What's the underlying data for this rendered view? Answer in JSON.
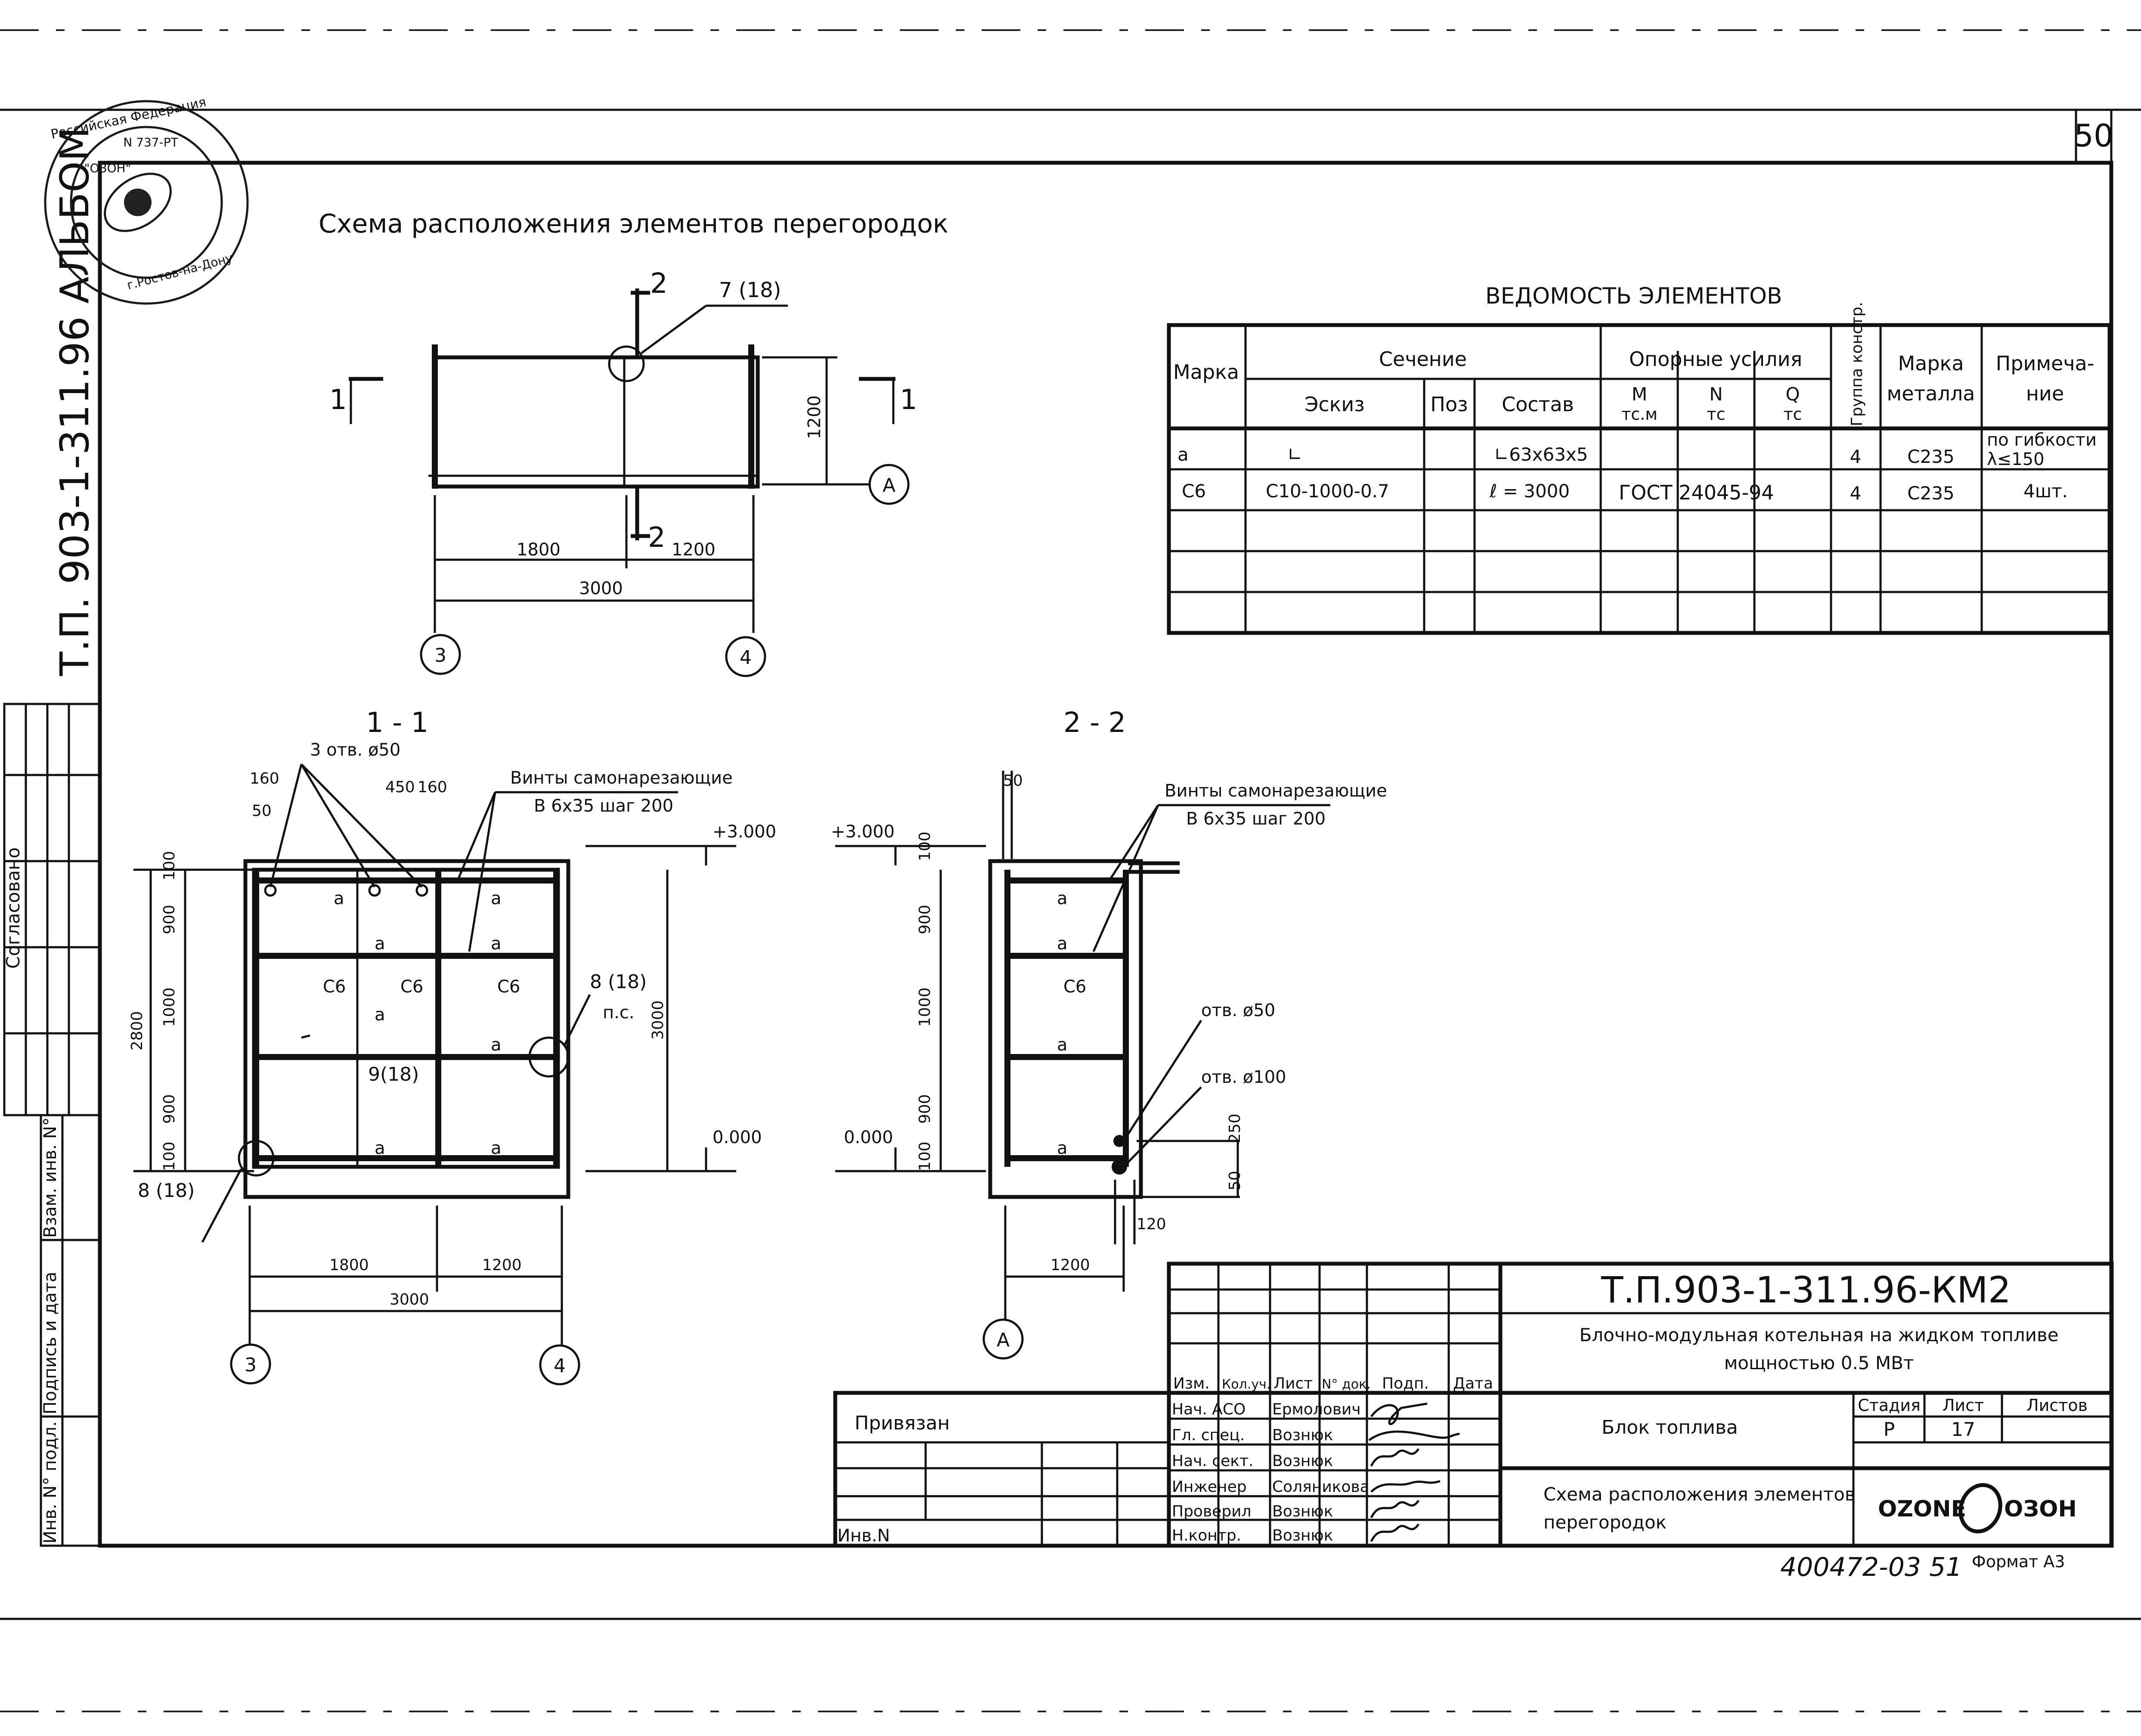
{
  "sheet_number": "50",
  "side_text": {
    "album": "Т.П. 903-1-311.96   АЛЬБОМ",
    "agreed": "Согласовано",
    "vzam": "Взам. инв. N°",
    "podpis": "Подпись и дата",
    "inv_podl": "Инв. N° подл."
  },
  "stamp": {
    "line1": "Российская Федерация",
    "line2": "N 737-РТ",
    "line3": "\"ОЗОН\"",
    "line4": "г.Ростов-на-Дону"
  },
  "plan": {
    "title": "Схема расположения элементов перегородок",
    "section1": "1",
    "section2": "2",
    "callout_7": "7 (18)",
    "dim_1200": "1200",
    "dim_1800": "1800",
    "dim_1200b": "1200",
    "dim_3000": "3000",
    "axis_A": "А",
    "axis_3": "3",
    "axis_4": "4"
  },
  "section_1_1": {
    "title": "1 - 1",
    "holes": "3 отв. ø50",
    "screws_1": "Винты самонарезающие",
    "screws_2": "В 6х35 шаг 200",
    "d160a": "160",
    "d50": "50",
    "d450": "450",
    "d160b": "160",
    "lvl_top": "+3.000",
    "lvl_bot": "0.000",
    "v100a": "100",
    "v900a": "900",
    "v1000": "1000",
    "v900b": "900",
    "v100b": "100",
    "v2800": "2800",
    "v3000": "3000",
    "mark_a": "а",
    "mark_c6": "С6",
    "callout_8": "8 (18)",
    "ps": "п.с.",
    "callout_9": "9(18)",
    "callout_8b": "8 (18)",
    "h1800": "1800",
    "h1200": "1200",
    "h3000": "3000",
    "axis_3": "3",
    "axis_4": "4"
  },
  "section_2_2": {
    "title": "2 - 2",
    "d50": "50",
    "screws_1": "Винты самонарезающие",
    "screws_2": "В 6х35 шаг 200",
    "lvl_top": "+3.000",
    "lvl_bot": "0.000",
    "v100a": "100",
    "v900a": "900",
    "v1000": "1000",
    "v900b": "900",
    "v100b": "100",
    "mark_a": "а",
    "mark_c6": "С6",
    "hole50": "отв. ø50",
    "hole100": "отв. ø100",
    "d250": "250",
    "d50b": "50",
    "d120": "120",
    "h1200": "1200",
    "axis_A": "А"
  },
  "schedule": {
    "title": "ВЕДОМОСТЬ ЭЛЕМЕНТОВ",
    "h_marka": "Марка",
    "h_section": "Сечение",
    "h_sketch": "Эскиз",
    "h_pos": "Поз",
    "h_compo": "Состав",
    "h_forces": "Опорные усилия",
    "h_M": "М",
    "h_Mu": "тс.м",
    "h_N": "N",
    "h_Nu": "тс",
    "h_Q": "Q",
    "h_Qu": "тс",
    "h_group": "Группа констр.",
    "h_metal1": "Марка",
    "h_metal2": "металла",
    "h_note1": "Примеча-",
    "h_note2": "ние",
    "rows": [
      {
        "marka": "а",
        "sketch": "∟",
        "pos": "",
        "compo": "∟63х63х5",
        "forces": "",
        "group": "4",
        "metal": "С235",
        "note1": "по гибкости",
        "note2": "λ≤150"
      },
      {
        "marka": "С6",
        "sketch": "С10-1000-0.7",
        "pos": "",
        "compo": "ℓ = 3000",
        "forces": "ГОСТ 24045-94",
        "group": "4",
        "metal": "С235",
        "note1": "4шт.",
        "note2": ""
      }
    ]
  },
  "title_block": {
    "code": "Т.П.903-1-311.96-КМ2",
    "project_1": "Блочно-модульная котельная   на жидком топливе",
    "project_2": "мощностью 0.5 МВт",
    "headers": [
      "Изм.",
      "Кол.уч.",
      "Лист",
      "N° док.",
      "Подп.",
      "Дата"
    ],
    "roles": [
      "Нач. АСО",
      "Гл. спец.",
      "Нач. сект.",
      "Инженер",
      "Проверил",
      "Н.контр."
    ],
    "names": [
      "Ермолович",
      "Вознюк",
      "Вознюк",
      "Соляникова",
      "Вознюк",
      "Вознюк"
    ],
    "privyazan": "Привязан",
    "inv_n": "Инв.N",
    "block": "Блок топлива",
    "stage_h": "Стадия",
    "sheet_h": "Лист",
    "sheets_h": "Листов",
    "stage": "Р",
    "sheet": "17",
    "sheets": "",
    "drawing": "Схема расположения элементов",
    "drawing_2": "перегородок",
    "logo_left": "OZONE",
    "logo_right": "ОЗОН",
    "handwritten": "400472-03  51",
    "format": "Формат А3"
  }
}
